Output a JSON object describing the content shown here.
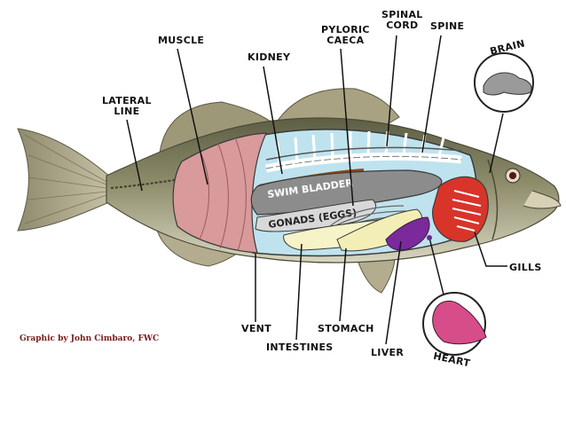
{
  "labels": {
    "muscle": "MUSCLE",
    "kidney": "KIDNEY",
    "pyloric_caeca": [
      "PYLORIC",
      "CAECA"
    ],
    "spinal_cord": [
      "SPINAL",
      "CORD"
    ],
    "spine": "SPINE",
    "brain": "BRAIN",
    "lateral_line": [
      "LATERAL",
      "LINE"
    ],
    "swim_bladder": "SWIM BLADDER",
    "gonads": "GONADS (EGGS)",
    "gills": "GILLS",
    "vent": "VENT",
    "intestines": "INTESTINES",
    "stomach": "STOMACH",
    "liver": "LIVER",
    "heart": "HEART"
  },
  "credit": "Graphic by John Cimbaro, FWC"
}
